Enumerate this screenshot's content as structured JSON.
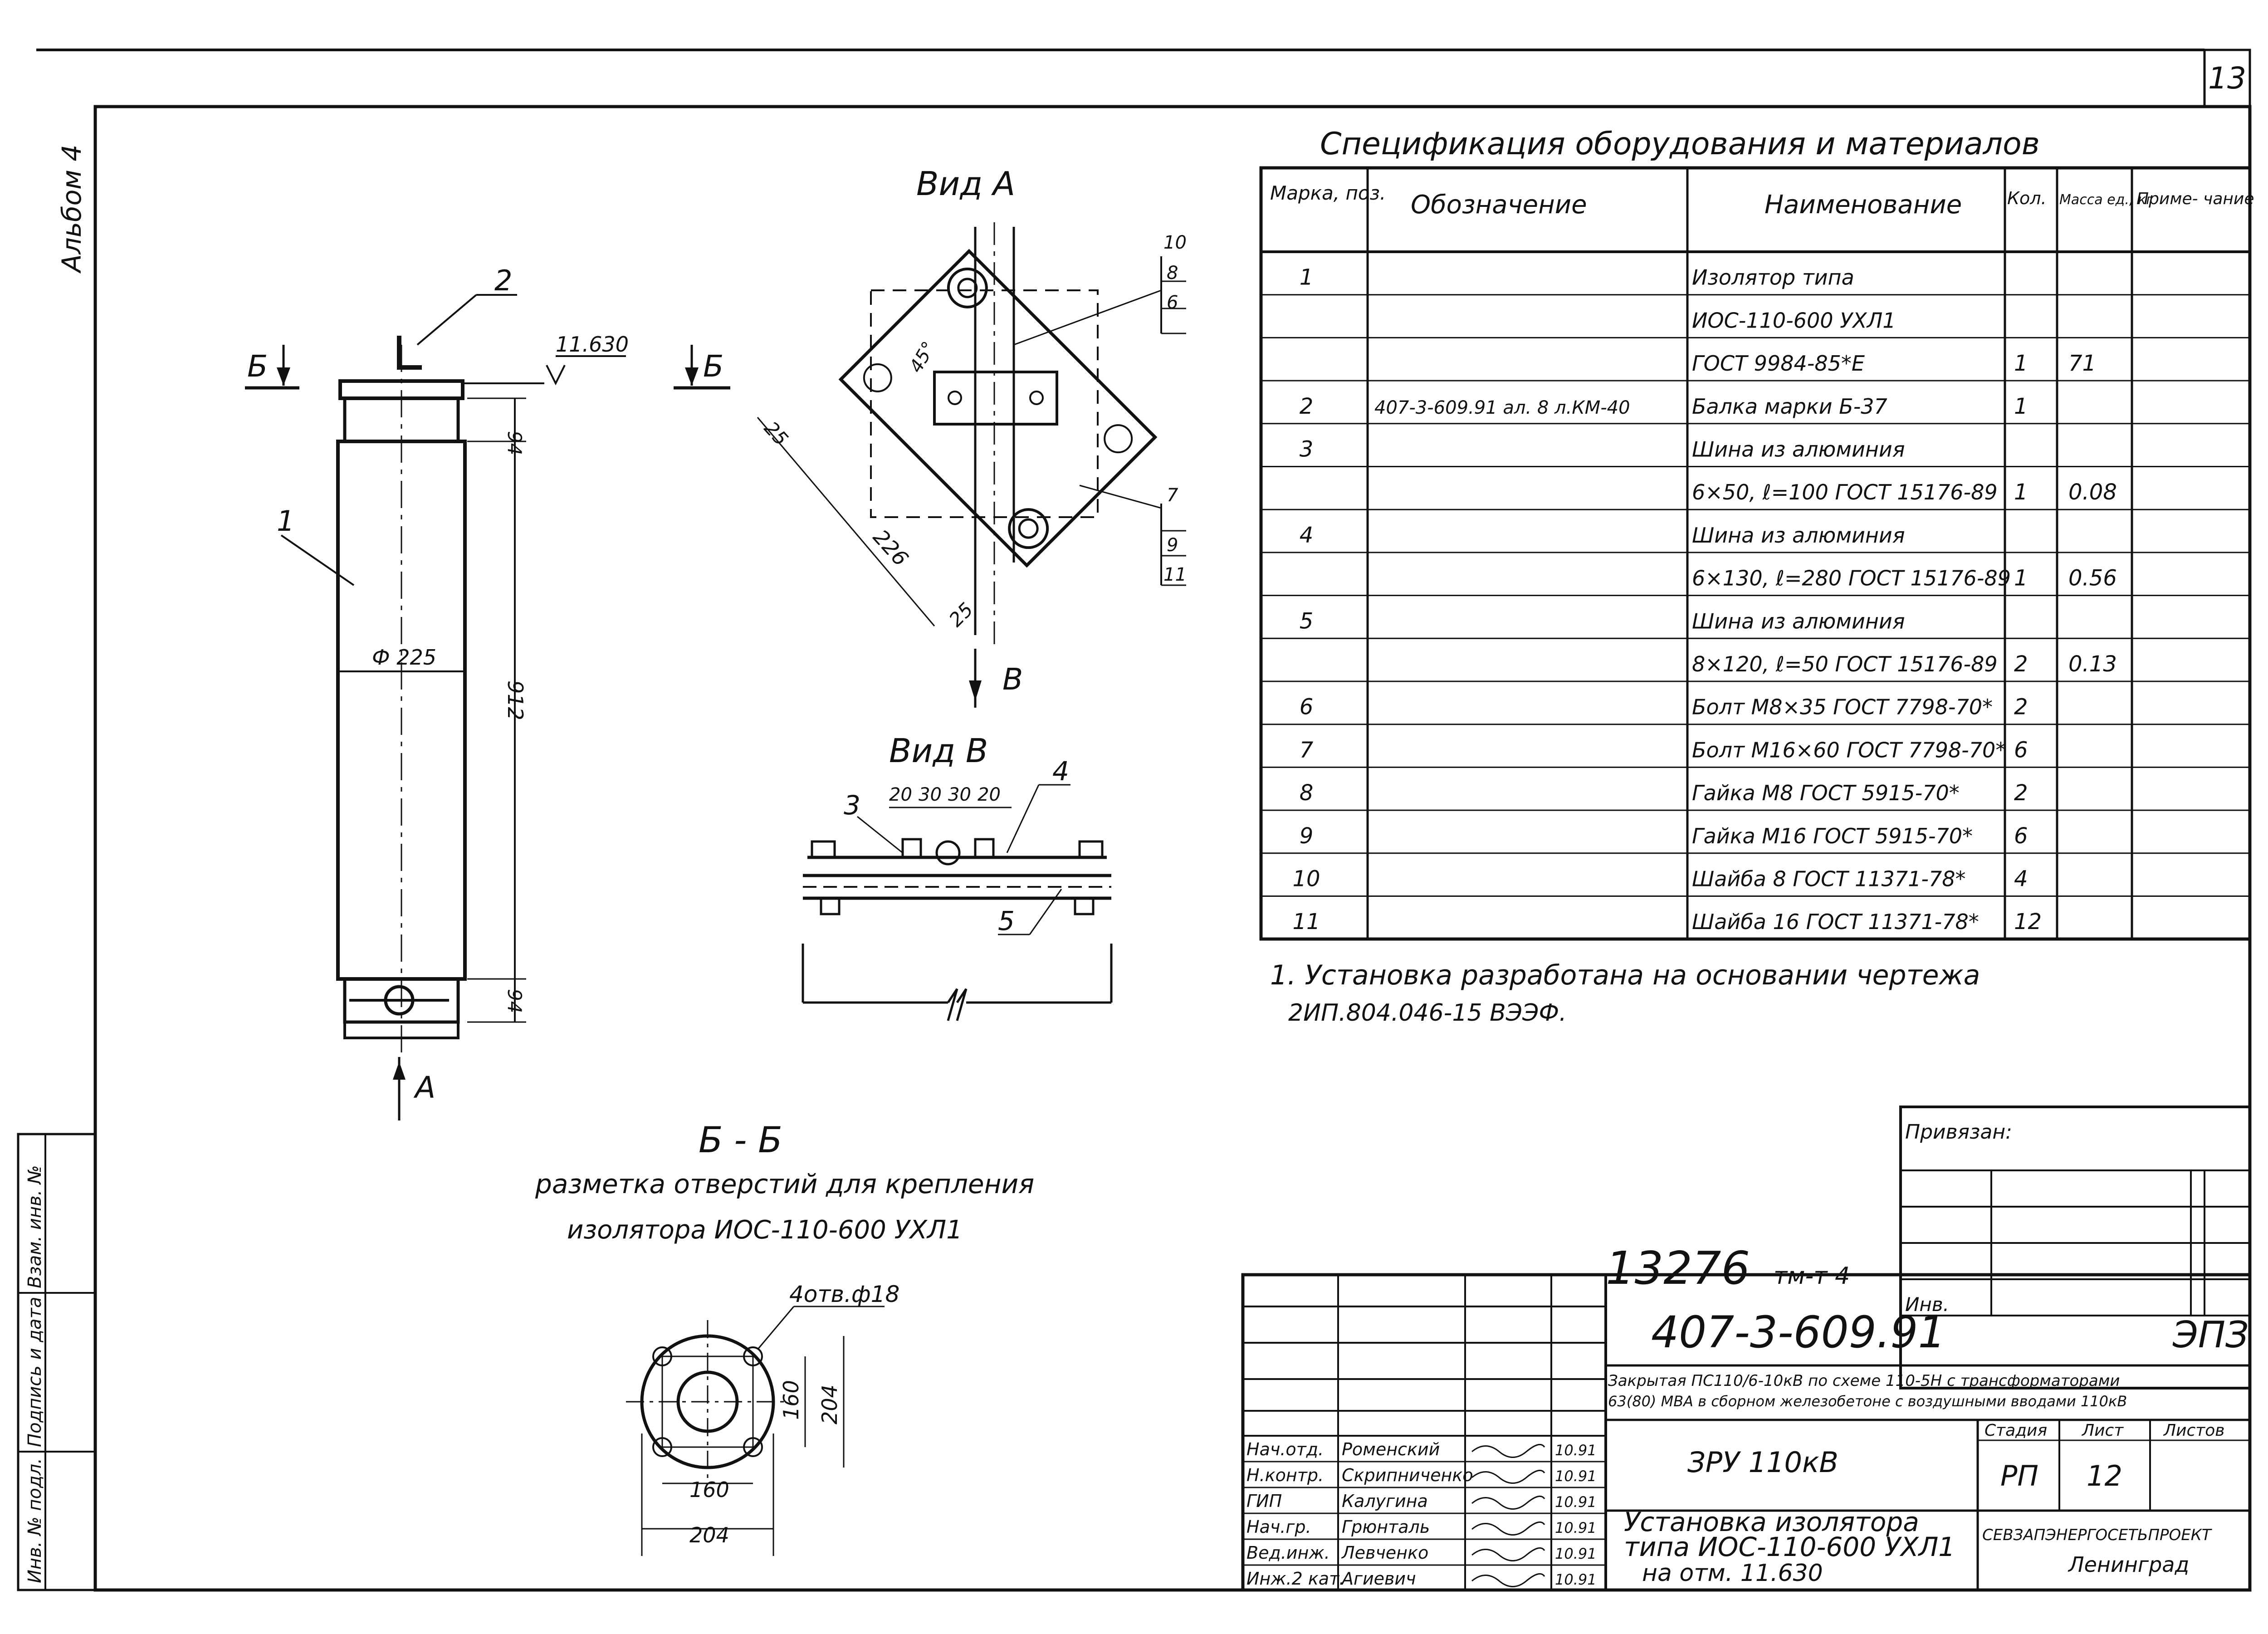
{
  "sheet": {
    "page_number": "13",
    "album_label": "Альбом 4",
    "side_stamp": {
      "col1": "Инв. № подл.",
      "col2": "Подпись и дата",
      "col3": "Взам. инв. №"
    }
  },
  "left_view": {
    "label_section_left": "Б",
    "label_section_right": "Б",
    "pos1": "1",
    "pos2": "2",
    "elevation": "11.630",
    "diameter": "Ф 225",
    "dim_top": "94",
    "dim_height": "912",
    "dim_bottom": "94",
    "arrow_label": "А"
  },
  "view_a": {
    "title": "Вид А",
    "angle": "45°",
    "dim_25_top": "25",
    "dim_226": "226",
    "dim_25_bottom": "25",
    "callout_top": [
      "10",
      "8",
      "6"
    ],
    "callout_bottom": [
      "7",
      "9",
      "11"
    ],
    "arrow_label": "В"
  },
  "view_b": {
    "title": "Вид В",
    "dims": [
      "20",
      "30",
      "30",
      "20"
    ],
    "pos3": "3",
    "pos4": "4",
    "pos5": "5"
  },
  "section_bb": {
    "title": "Б - Б",
    "line1": "разметка отверстий для крепления",
    "line2": "изолятора ИОС-110-600 УХЛ1",
    "holes": "4отв.ф18",
    "dim_160_h": "160",
    "dim_204_h": "204",
    "dim_160_v": "160",
    "dim_204_v": "204"
  },
  "spec": {
    "title": "Спецификация оборудования и материалов",
    "headers": [
      "Марка, поз.",
      "Обозначение",
      "Наименование",
      "Кол.",
      "Масса ед., кг",
      "Приме- чание"
    ],
    "rows": [
      [
        "1",
        "",
        "Изолятор типа",
        "",
        "",
        ""
      ],
      [
        "",
        "",
        "ИОС-110-600 УХЛ1",
        "",
        "",
        ""
      ],
      [
        "",
        "",
        "ГОСТ 9984-85*Е",
        "1",
        "71",
        ""
      ],
      [
        "2",
        "407-3-609.91 ал. 8 л.КМ-40",
        "Балка марки Б-37",
        "1",
        "",
        ""
      ],
      [
        "3",
        "",
        "Шина из алюминия",
        "",
        "",
        ""
      ],
      [
        "",
        "",
        "6×50, ℓ=100 ГОСТ 15176-89",
        "1",
        "0.08",
        ""
      ],
      [
        "4",
        "",
        "Шина из алюминия",
        "",
        "",
        ""
      ],
      [
        "",
        "",
        "6×130, ℓ=280 ГОСТ 15176-89",
        "1",
        "0.56",
        ""
      ],
      [
        "5",
        "",
        "Шина из алюминия",
        "",
        "",
        ""
      ],
      [
        "",
        "",
        "8×120, ℓ=50 ГОСТ 15176-89",
        "2",
        "0.13",
        ""
      ],
      [
        "6",
        "",
        "Болт М8×35 ГОСТ 7798-70*",
        "2",
        "",
        ""
      ],
      [
        "7",
        "",
        "Болт М16×60 ГОСТ 7798-70*",
        "6",
        "",
        ""
      ],
      [
        "8",
        "",
        "Гайка М8 ГОСТ 5915-70*",
        "2",
        "",
        ""
      ],
      [
        "9",
        "",
        "Гайка М16 ГОСТ 5915-70*",
        "6",
        "",
        ""
      ],
      [
        "10",
        "",
        "Шайба 8 ГОСТ 11371-78*",
        "4",
        "",
        ""
      ],
      [
        "11",
        "",
        "Шайба 16 ГОСТ 11371-78*",
        "12",
        "",
        ""
      ]
    ]
  },
  "note": {
    "line1": "1. Установка разработана на основании чертежа",
    "line2": "2ИП.804.046-15 ВЭЭФ."
  },
  "binding": {
    "label": "Привязан:",
    "inv_label": "Инв.",
    "archive_number": "13276",
    "archive_suffix": "тм-т 4"
  },
  "title_block": {
    "code": "407-3-609.91",
    "stage_code": "ЭПЗ",
    "description_line1": "Закрытая ПС110/6-10кВ по схеме 110-5Н с трансформаторами",
    "description_line2": "63(80) МВА в сборном железобетоне с воздушными вводами 110кВ",
    "subject": "ЗРУ 110кВ",
    "drawing_title_line1": "Установка изолятора",
    "drawing_title_line2": "типа ИОС-110-600 УХЛ1",
    "drawing_title_line3": "на отм. 11.630",
    "stage_header": "Стадия",
    "sheet_header": "Лист",
    "sheets_header": "Листов",
    "stage": "РП",
    "sheet": "12",
    "sheets": "",
    "org_line1": "СЕВЗАПЭНЕРГОСЕТЬПРОЕКТ",
    "org_line2": "Ленинград",
    "signatures": [
      {
        "role": "Нач.отд.",
        "name": "Роменский",
        "date": "10.91"
      },
      {
        "role": "Н.контр.",
        "name": "Скрипниченко",
        "date": "10.91"
      },
      {
        "role": "ГИП",
        "name": "Калугина",
        "date": "10.91"
      },
      {
        "role": "Нач.гр.",
        "name": "Грюнталь",
        "date": "10.91"
      },
      {
        "role": "Вед.инж.",
        "name": "Левченко",
        "date": "10.91"
      },
      {
        "role": "Инж.2 кат.",
        "name": "Агиевич",
        "date": "10.91"
      }
    ]
  }
}
